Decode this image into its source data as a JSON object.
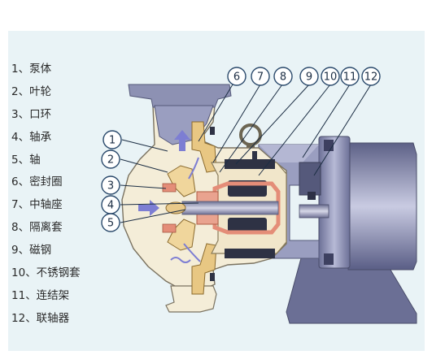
{
  "legend": {
    "items": [
      {
        "num": "1",
        "label": "、泵体"
      },
      {
        "num": "2",
        "label": "、叶轮"
      },
      {
        "num": "3",
        "label": "、口环"
      },
      {
        "num": "4",
        "label": "、轴承"
      },
      {
        "num": "5",
        "label": "、轴"
      },
      {
        "num": "6",
        "label": "、密封圈"
      },
      {
        "num": "7",
        "label": "、中轴座"
      },
      {
        "num": "8",
        "label": "、隔离套"
      },
      {
        "num": "9",
        "label": "、磁钢"
      },
      {
        "num": "10",
        "label": "、不锈钢套"
      },
      {
        "num": "11",
        "label": "、连结架"
      },
      {
        "num": "12",
        "label": "、联轴器"
      }
    ]
  },
  "callouts": {
    "c1": "1",
    "c2": "2",
    "c3": "3",
    "c4": "4",
    "c5": "5",
    "c6": "6",
    "c7": "7",
    "c8": "8",
    "c9": "9",
    "c10": "10",
    "c11": "11",
    "c12": "12"
  },
  "colors": {
    "panel": "#e9f3f6",
    "casing": "#f4edd8",
    "outline": "#7a7260",
    "steel": "#8d91b3",
    "magnet": "#2e3244",
    "copper": "#e48d78",
    "flow_arrow": "#7d7ed3",
    "callout_stroke": "#2b4a6c"
  },
  "icons": [
    "flow-arrow-icon"
  ]
}
